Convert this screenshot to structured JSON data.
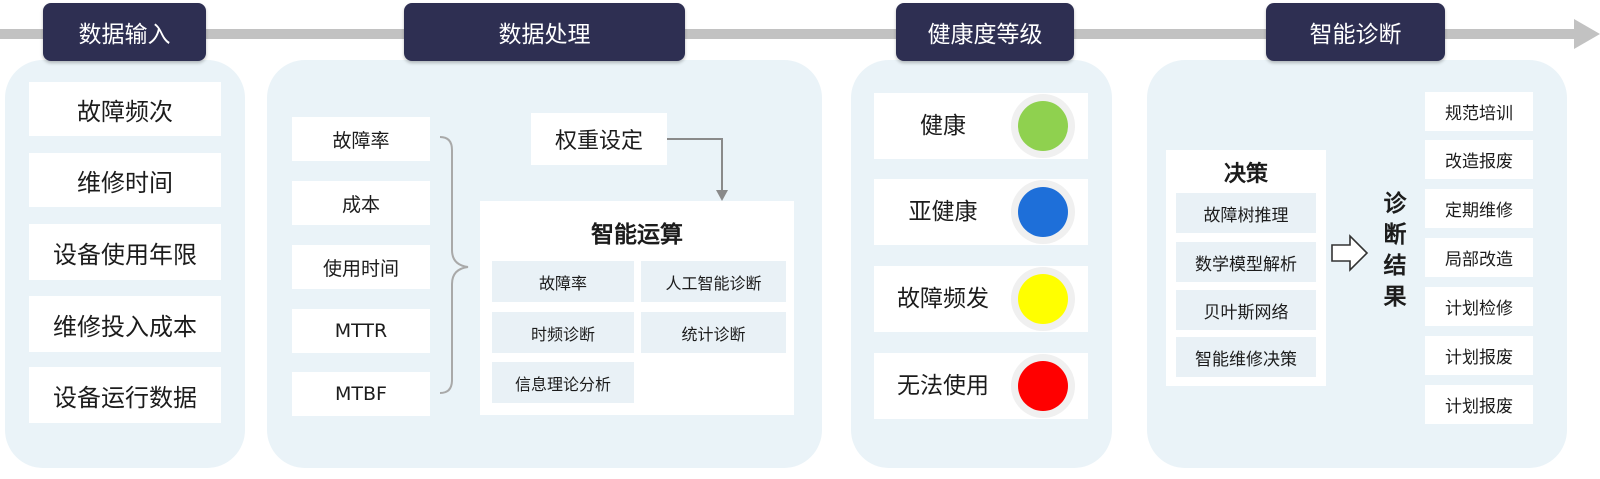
{
  "sections": {
    "input": {
      "title": "数据输入",
      "items": [
        "故障频次",
        "维修时间",
        "设备使用年限",
        "维修投入成本",
        "设备运行数据"
      ]
    },
    "processing": {
      "title": "数据处理",
      "params": [
        "故障率",
        "成本",
        "使用时间",
        "MTTR",
        "MTBF"
      ],
      "weight_label": "权重设定",
      "compute": {
        "title": "智能运算",
        "methods": [
          "故障率",
          "人工智能诊断",
          "时频诊断",
          "统计诊断",
          "信息理论分析"
        ]
      }
    },
    "health": {
      "title": "健康度等级",
      "levels": [
        {
          "label": "健康",
          "color": "#8fd14f"
        },
        {
          "label": "亚健康",
          "color": "#1e6fd9"
        },
        {
          "label": "故障频发",
          "color": "#ffff00"
        },
        {
          "label": "无法使用",
          "color": "#ff0000"
        }
      ]
    },
    "diagnosis": {
      "title": "智能诊断",
      "decision": {
        "title": "决策",
        "items": [
          "故障树推理",
          "数学模型解析",
          "贝叶斯网络",
          "智能维修决策"
        ]
      },
      "result_label": "诊断结果",
      "results": [
        "规范培训",
        "改造报废",
        "定期维修",
        "局部改造",
        "计划检修",
        "计划报废",
        "计划报废"
      ]
    }
  }
}
